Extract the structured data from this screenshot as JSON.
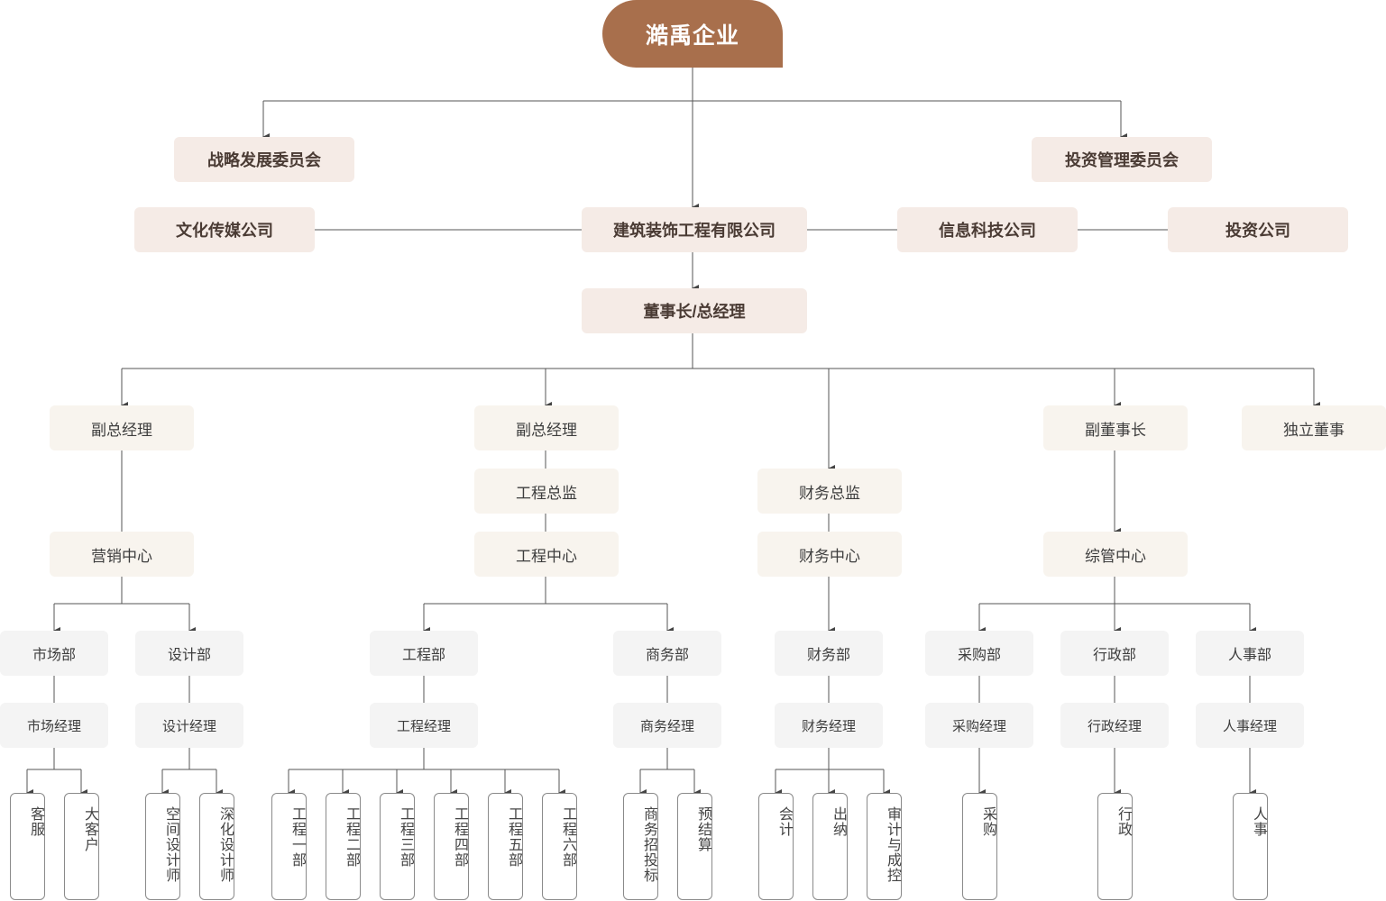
{
  "root": "澔禹企业",
  "committees": {
    "strategy": "战略发展委员会",
    "investment_mgmt": "投资管理委员会"
  },
  "companies": {
    "culture": "文化传媒公司",
    "construction": "建筑装饰工程有限公司",
    "it": "信息科技公司",
    "investment": "投资公司"
  },
  "chairman": "董事长/总经理",
  "executives": {
    "vgm_marketing": "副总经理",
    "vgm_engineering": "副总经理",
    "finance_director": "财务总监",
    "vice_chairman": "副董事长",
    "independent_director": "独立董事",
    "engineering_director": "工程总监"
  },
  "centers": {
    "marketing": "营销中心",
    "engineering": "工程中心",
    "finance": "财务中心",
    "admin": "综管中心"
  },
  "departments": {
    "market": "市场部",
    "design": "设计部",
    "engineering": "工程部",
    "business": "商务部",
    "finance": "财务部",
    "purchasing": "采购部",
    "administration": "行政部",
    "hr": "人事部"
  },
  "managers": {
    "market": "市场经理",
    "design": "设计经理",
    "engineering": "工程经理",
    "business": "商务经理",
    "finance": "财务经理",
    "purchasing": "采购经理",
    "administration": "行政经理",
    "hr": "人事经理"
  },
  "staff": {
    "customer_service": "客服",
    "key_accounts": "大客户",
    "space_designer": "空间设计师",
    "detail_designer": "深化设计师",
    "eng_dept_1": "工程一部",
    "eng_dept_2": "工程二部",
    "eng_dept_3": "工程三部",
    "eng_dept_4": "工程四部",
    "eng_dept_5": "工程五部",
    "eng_dept_6": "工程六部",
    "bidding": "商务招投标",
    "budget": "预结算",
    "accounting": "会计",
    "cashier": "出纳",
    "audit_cost": "审计与成控",
    "purchase": "采购",
    "admin": "行政",
    "personnel": "人事"
  }
}
